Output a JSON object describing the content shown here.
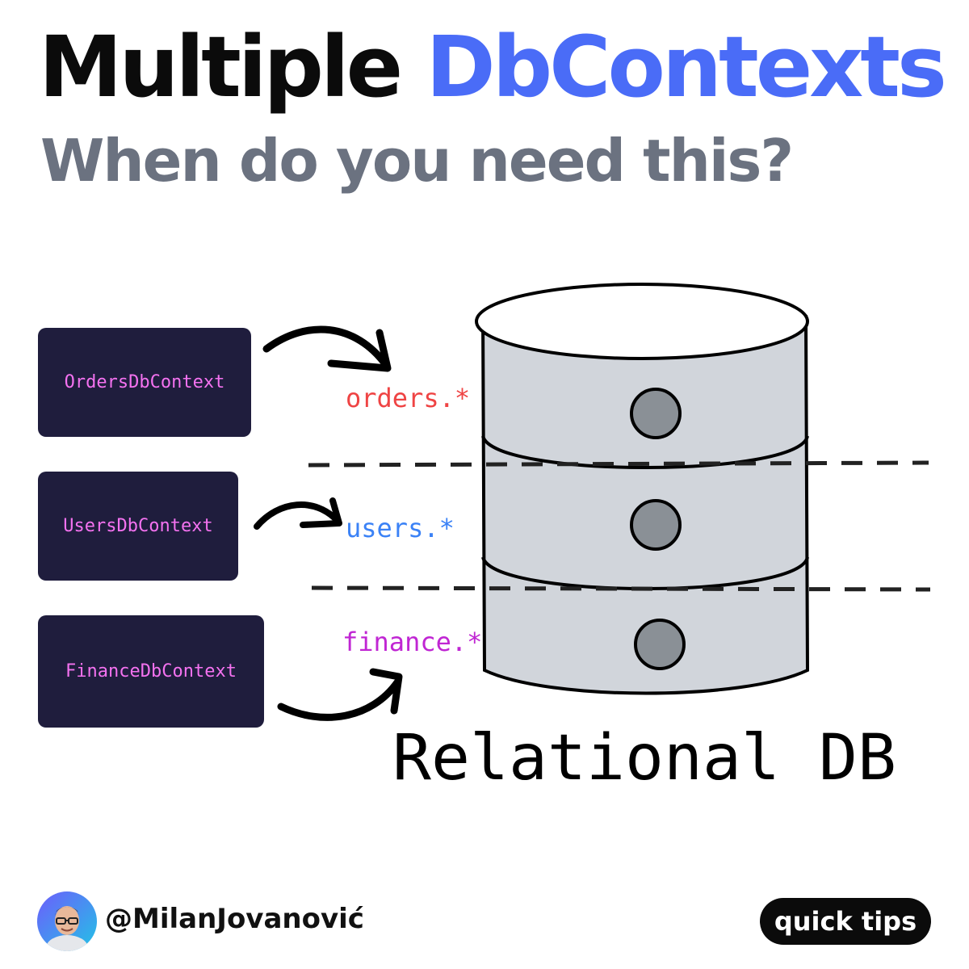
{
  "title": {
    "main": "Multiple ",
    "accent": "DbContexts",
    "subtitle": "When do you need this?"
  },
  "contexts": [
    {
      "label": "OrdersDbContext"
    },
    {
      "label": "UsersDbContext"
    },
    {
      "label": "FinanceDbContext"
    }
  ],
  "schemas": [
    {
      "label": "orders.*",
      "color": "#ef4444"
    },
    {
      "label": "users.*",
      "color": "#3b82f6"
    },
    {
      "label": "finance.*",
      "color": "#c026d3"
    }
  ],
  "database": {
    "label": "Relational DB",
    "body_color": "#d1d5db",
    "knob_color": "#8a9096"
  },
  "colors": {
    "accent": "#4a6cf7",
    "context_box": "#1f1d3d",
    "context_text": "#f472f0"
  },
  "footer": {
    "handle": "@MilanJovanović",
    "badge": "quick tips"
  }
}
